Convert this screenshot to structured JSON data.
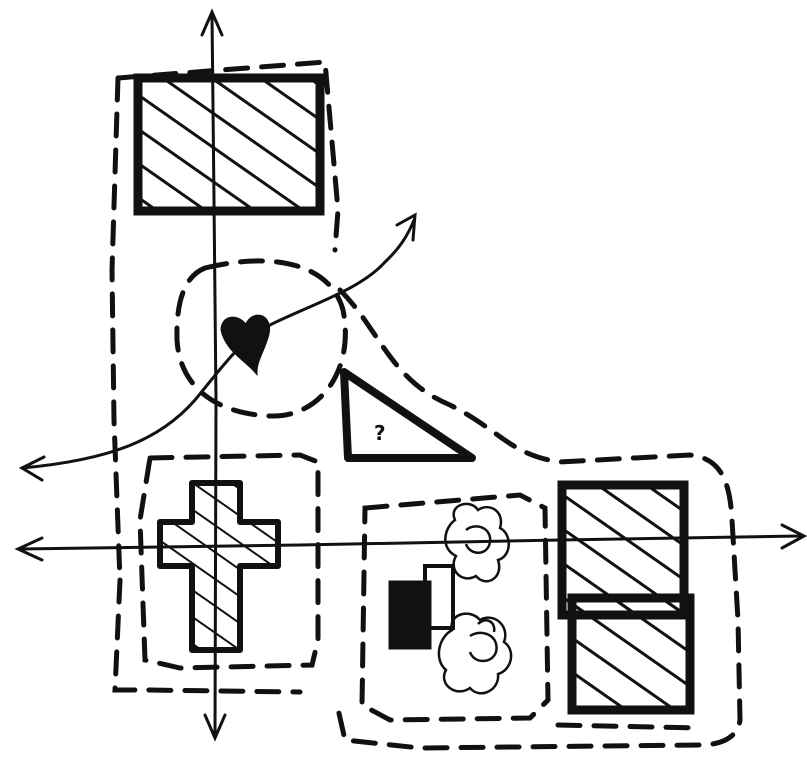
{
  "diagram": {
    "elements": [
      {
        "id": "vertical-axis",
        "kind": "axis",
        "arrowheads": "both"
      },
      {
        "id": "horizontal-axis",
        "kind": "axis",
        "arrowheads": "both"
      },
      {
        "id": "diagonal-curve",
        "kind": "curve",
        "arrowheads": "both"
      },
      {
        "id": "top-block",
        "kind": "rectangle",
        "fill": "hatched"
      },
      {
        "id": "heart-node",
        "kind": "heart",
        "fill": "solid"
      },
      {
        "id": "triangle",
        "kind": "triangle",
        "label": "?"
      },
      {
        "id": "cross",
        "kind": "cross",
        "fill": "hatched"
      },
      {
        "id": "right-block-upper",
        "kind": "rectangle",
        "fill": "hatched"
      },
      {
        "id": "right-block-lower",
        "kind": "rectangle",
        "fill": "hatched"
      },
      {
        "id": "small-block-dark",
        "kind": "rectangle",
        "fill": "solid"
      },
      {
        "id": "small-block-light",
        "kind": "rectangle",
        "fill": "none"
      },
      {
        "id": "tree-upper",
        "kind": "tree"
      },
      {
        "id": "tree-lower",
        "kind": "tree"
      }
    ],
    "triangle_label": "?",
    "colors": {
      "ink": "#111111",
      "paper": "#ffffff"
    }
  }
}
